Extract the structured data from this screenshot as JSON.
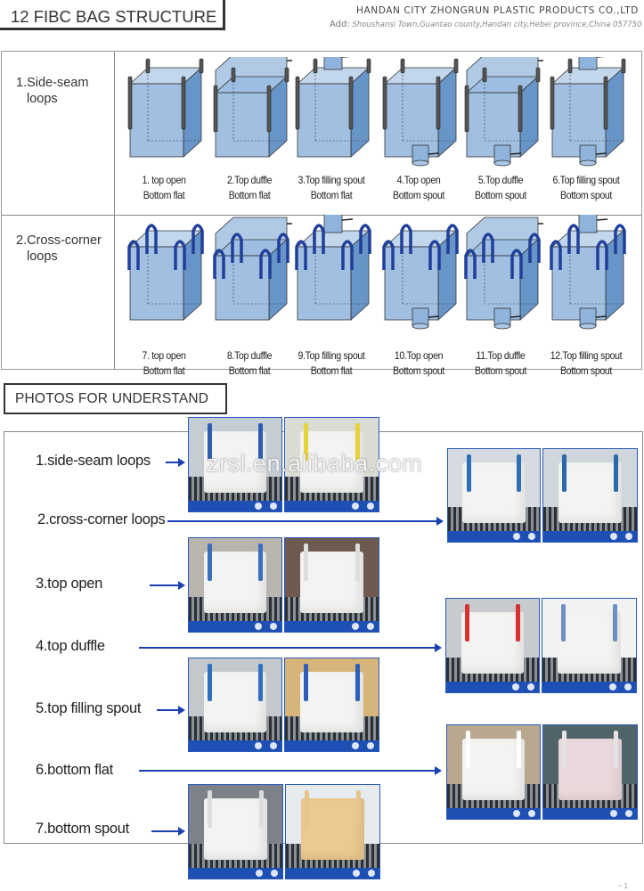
{
  "header": {
    "title": "12 FIBC BAG STRUCTURE",
    "company": "HANDAN CITY ZHONGRUN PLASTIC PRODUCTS CO.,LTD",
    "address_label": "Add:",
    "address": "Shoushansi Town,Guantao county,Handan city,Hebei province,China 057750"
  },
  "structure": {
    "rows": [
      {
        "label_line1": "1.Side-seam",
        "label_line2": "loops",
        "loop_type": "side-seam",
        "bags": [
          {
            "line1": "1. top  open",
            "line2": "Bottom flat",
            "top": "open",
            "bottom": "flat"
          },
          {
            "line1": "2.Top duffle",
            "line2": "Bottom flat",
            "top": "duffle",
            "bottom": "flat"
          },
          {
            "line1": "3.Top filling spout",
            "line2": "Bottom flat",
            "top": "spout",
            "bottom": "flat"
          },
          {
            "line1": "4.Top open",
            "line2": "Bottom spout",
            "top": "open",
            "bottom": "spout"
          },
          {
            "line1": "5.Top duffle",
            "line2": "Bottom spout",
            "top": "duffle",
            "bottom": "spout"
          },
          {
            "line1": "6.Top filling spout",
            "line2": "Bottom spout",
            "top": "spout",
            "bottom": "spout"
          }
        ]
      },
      {
        "label_line1": "2.Cross-corner",
        "label_line2": "loops",
        "loop_type": "cross-corner",
        "bags": [
          {
            "line1": "7. top  open",
            "line2": "Bottom flat",
            "top": "open",
            "bottom": "flat"
          },
          {
            "line1": "8.Top duffle",
            "line2": "Bottom flat",
            "top": "duffle",
            "bottom": "flat"
          },
          {
            "line1": "9.Top filling spout",
            "line2": "Bottom flat",
            "top": "spout",
            "bottom": "flat"
          },
          {
            "line1": "10.Top open",
            "line2": "Bottom spout",
            "top": "open",
            "bottom": "spout"
          },
          {
            "line1": "11.Top duffle",
            "line2": "Bottom spout",
            "top": "duffle",
            "bottom": "spout"
          },
          {
            "line1": "12.Top filling spout",
            "line2": "Bottom spout",
            "top": "spout",
            "bottom": "spout"
          }
        ]
      }
    ]
  },
  "photos_section": {
    "title": "PHOTOS FOR UNDERSTAND",
    "watermark": "zrsl.en.alibaba.com",
    "items": [
      {
        "label": "1.side-seam loops"
      },
      {
        "label": "2.cross-corner loops"
      },
      {
        "label": "3.top open"
      },
      {
        "label": "4.top duffle"
      },
      {
        "label": "5.top filling spout"
      },
      {
        "label": "6.bottom flat"
      },
      {
        "label": "7.bottom spout"
      }
    ]
  },
  "colors": {
    "bag_fill": "#8fb4dc",
    "bag_side": "#5f8fc4",
    "loop_cross_corner": "#1f3f9a",
    "arrow": "#1a3fb0",
    "photo_bar": "#1e4fb4"
  }
}
